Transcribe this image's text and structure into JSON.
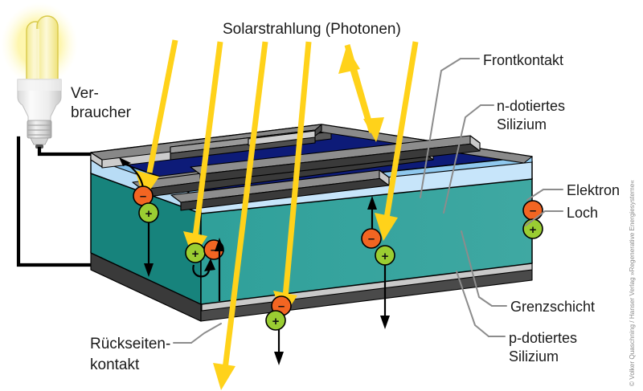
{
  "diagram": {
    "title_top": "Solarstrahlung (Photonen)",
    "labels": {
      "consumer_line1": "Ver-",
      "consumer_line2": "braucher",
      "front_contact": "Frontkontakt",
      "n_doped_line1": "n-dotiertes",
      "n_doped_line2": "Silizium",
      "electron": "Elektron",
      "hole": "Loch",
      "boundary_layer": "Grenzschicht",
      "p_doped_line1": "p-dotiertes",
      "p_doped_line2": "Silizium",
      "back_contact_line1": "Rückseiten-",
      "back_contact_line2": "kontakt"
    },
    "carrier_symbols": {
      "electron_sign": "–",
      "hole_sign": "+"
    },
    "copyright": "© Volker Quaschning / Hanser Verlag »Regenerative Energiesysteme«",
    "colors": {
      "photon_ray": "#FFD21A",
      "electron_fill": "#F26522",
      "hole_fill": "#9ACD32",
      "front_contact_top": "#808080",
      "front_contact_side": "#3a3a3a",
      "front_contact_highlight": "#d4d4d4",
      "n_silicon_top": "#0d1b78",
      "n_silicon_side": "#A8D4F5",
      "p_silicon": "#1E8B85",
      "junction": "#B8DCF5",
      "back_contact": "#3a3a3a",
      "back_contact_light": "#b5b5b5",
      "leader": "#8c8c8c",
      "bulb_glow": "#F5F0A0",
      "bulb_tube": "#F7EFA8",
      "text": "#1a1a1a"
    },
    "legend_carriers": [
      {
        "name": "electron",
        "sign": "–",
        "label": "Elektron"
      },
      {
        "name": "hole",
        "sign": "+",
        "label": "Loch"
      }
    ],
    "layers": [
      {
        "name": "front-contact",
        "label": "Frontkontakt"
      },
      {
        "name": "n-doped-silicon",
        "label": "n-dotiertes Silizium"
      },
      {
        "name": "junction",
        "label": "Grenzschicht"
      },
      {
        "name": "p-doped-silicon",
        "label": "p-dotiertes Silizium"
      },
      {
        "name": "back-contact",
        "label": "Rückseitenkontakt"
      }
    ]
  }
}
